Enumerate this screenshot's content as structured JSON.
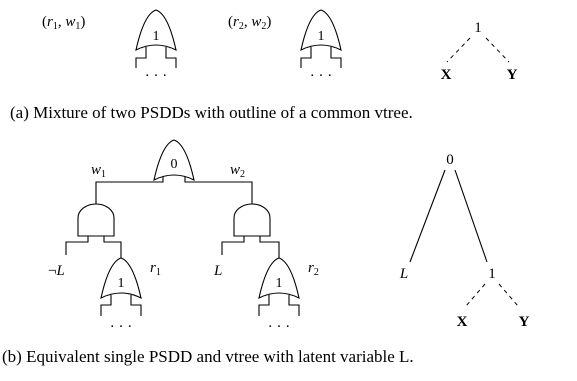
{
  "panel_a": {
    "mixture": [
      {
        "weight_r": "r",
        "weight_r_sub": "1",
        "weight_w": "w",
        "weight_w_sub": "1",
        "gate_value": "1",
        "children": "· · ·"
      },
      {
        "weight_r": "r",
        "weight_r_sub": "2",
        "weight_w": "w",
        "weight_w_sub": "2",
        "gate_value": "1",
        "children": "· · ·"
      }
    ],
    "vtree": {
      "root": "1",
      "left": "X",
      "right": "Y"
    },
    "caption": "(a) Mixture of two PSDDs with outline of a common vtree."
  },
  "panel_b": {
    "root_gate": "0",
    "left_edge": {
      "w": "w",
      "sub": "1"
    },
    "right_edge": {
      "w": "w",
      "sub": "2"
    },
    "left_literal": {
      "neg": "¬",
      "var": "L"
    },
    "right_literal": {
      "var": "L"
    },
    "left_sub": {
      "r": "r",
      "sub": "1",
      "gate_value": "1",
      "children": "· · ·"
    },
    "right_sub": {
      "r": "r",
      "sub": "2",
      "gate_value": "1",
      "children": "· · ·"
    },
    "vtree": {
      "root": "0",
      "left": "L",
      "mid": "1",
      "x": "X",
      "y": "Y"
    },
    "caption": "(b) Equivalent single PSDD and vtree with latent variable L."
  }
}
